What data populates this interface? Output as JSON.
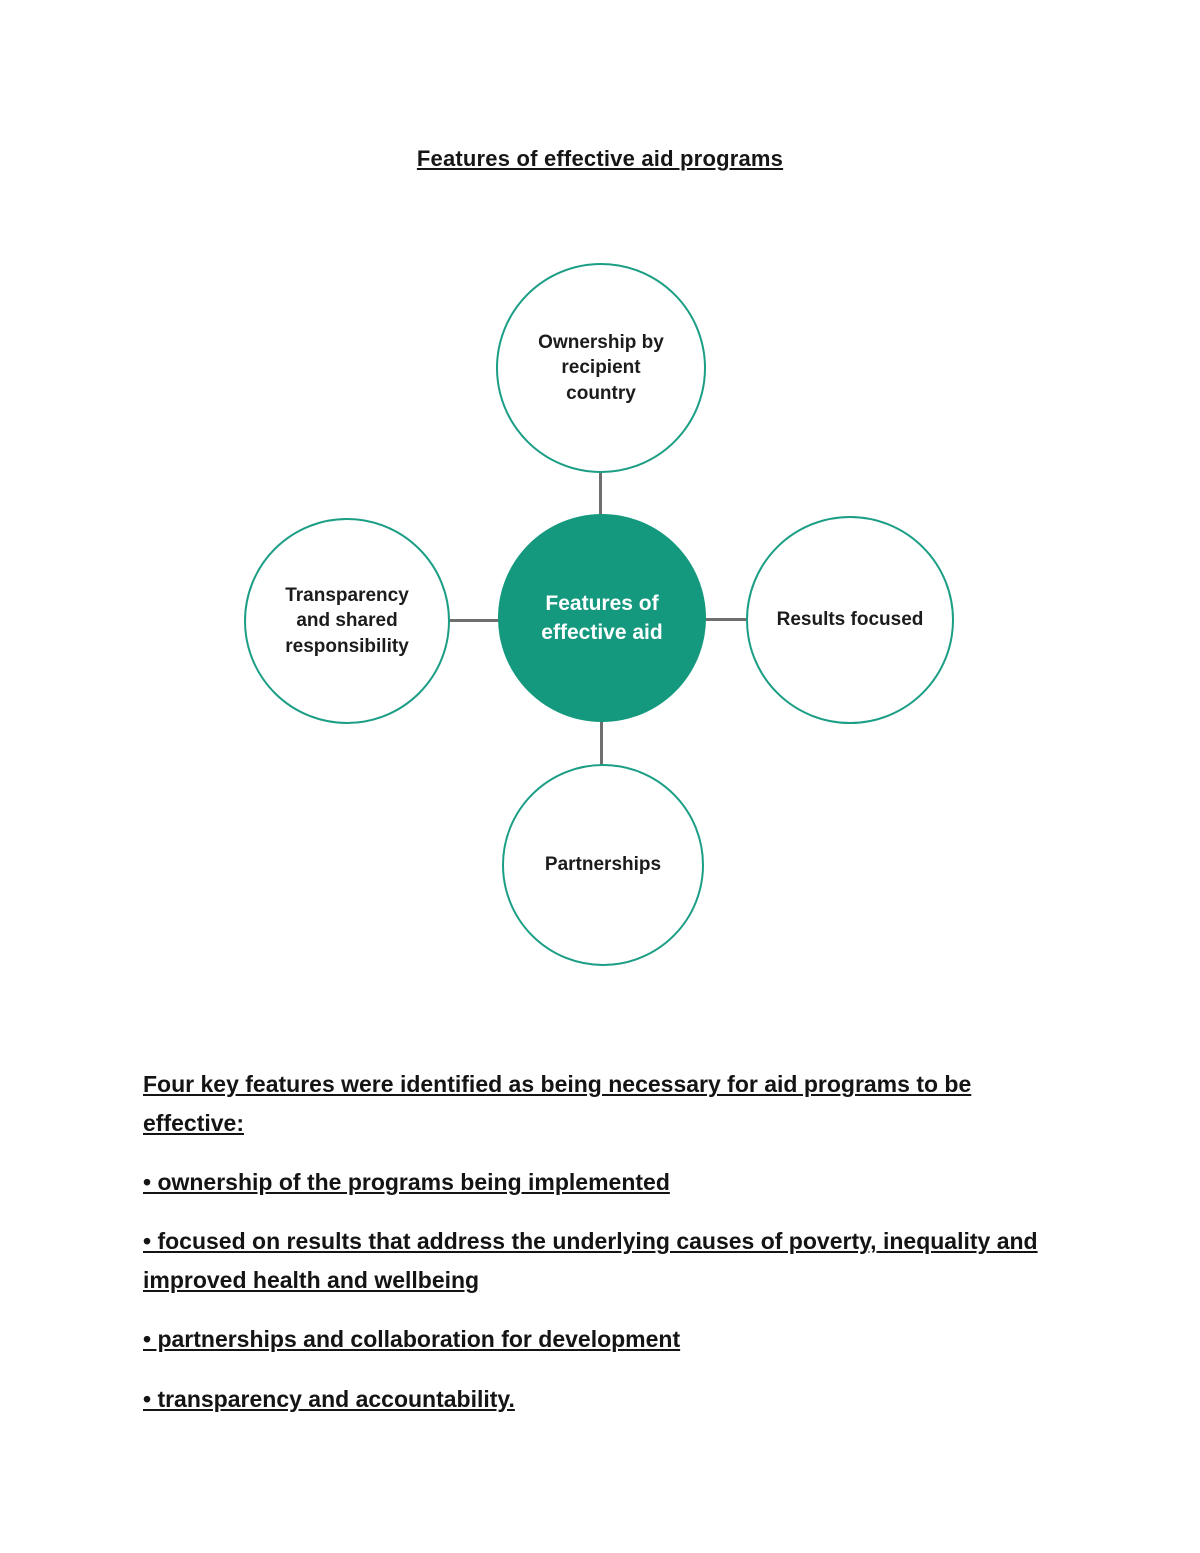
{
  "page": {
    "title": "Features of effective aid programs"
  },
  "theme": {
    "teal": "#1b9e85",
    "teal-fill": "#14997f",
    "line": "#6f6f6f",
    "ink": "#161616"
  },
  "diagram": {
    "center": {
      "label": "Features of effective aid",
      "fill_color": "#14997f",
      "text_color": "#ffffff"
    },
    "nodes": [
      {
        "position": "top",
        "label": "Ownership by recipient country"
      },
      {
        "position": "left",
        "label": "Transparency and shared responsibility"
      },
      {
        "position": "right",
        "label": "Results focused"
      },
      {
        "position": "bottom",
        "label": "Partnerships"
      }
    ],
    "outline_color": "#1b9e85",
    "connector_color": "#6f6f6f"
  },
  "body": {
    "intro": "Four key features were identified as being necessary for aid programs to be effective:",
    "bullets": [
      "• ownership of the programs being implemented",
      "• focused on results that address the underlying causes of poverty, inequality and improved health and wellbeing",
      "• partnerships and collaboration for development",
      "• transparency and accountability."
    ]
  }
}
